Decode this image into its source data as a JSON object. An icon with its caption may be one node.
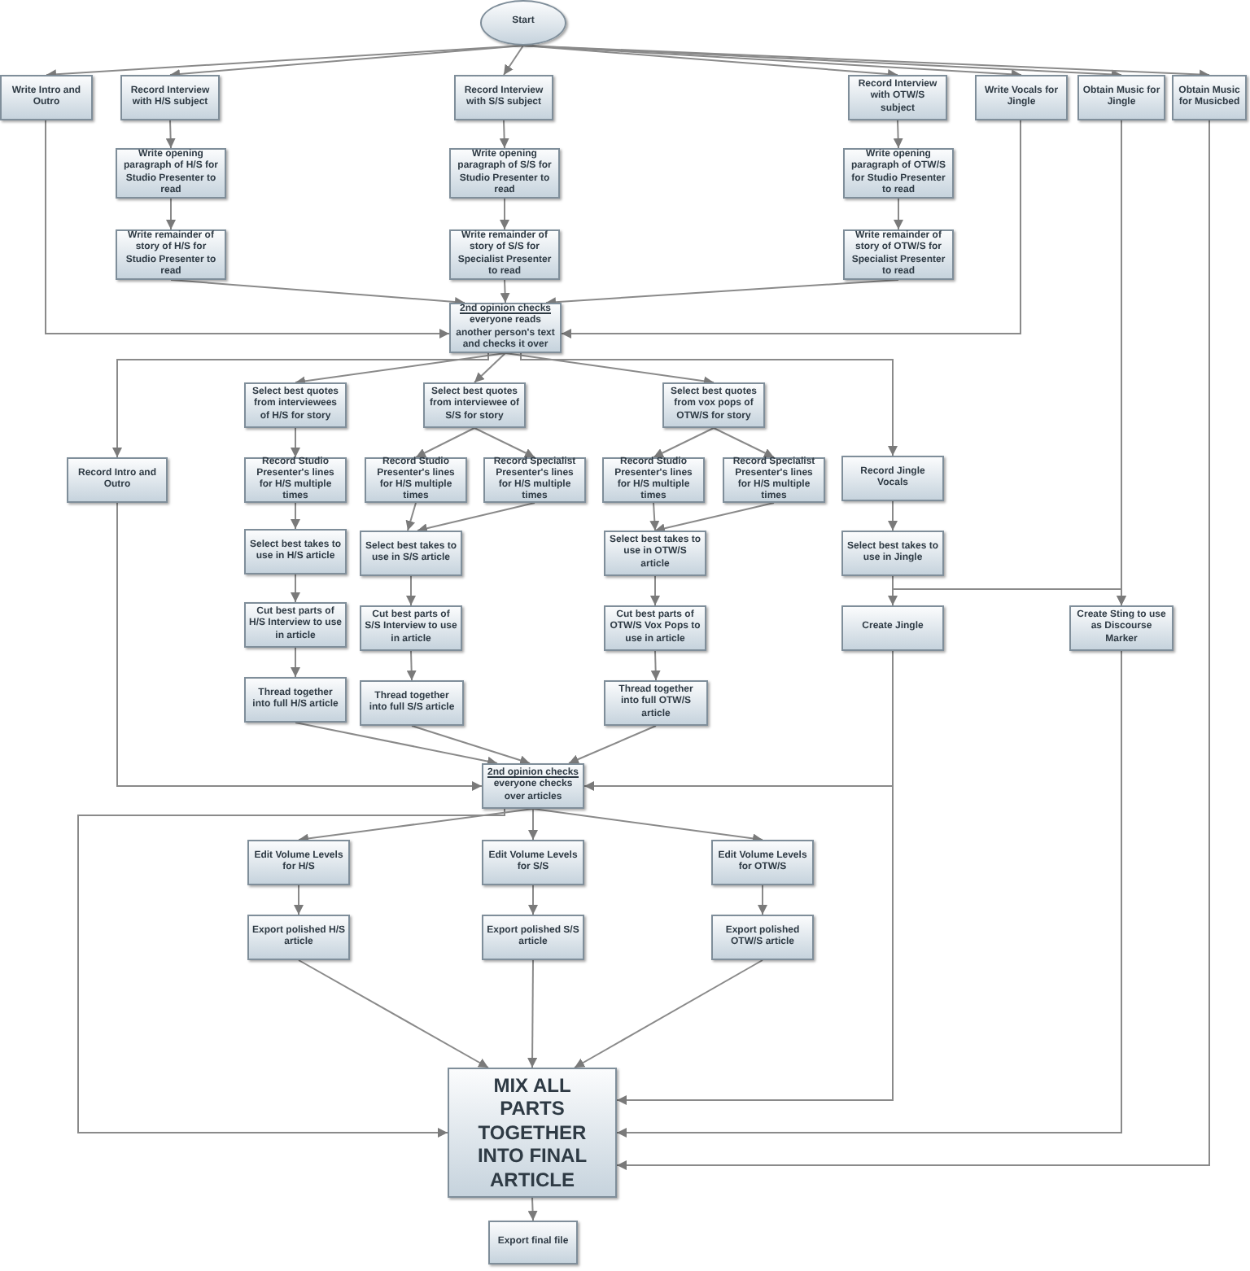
{
  "diagram": {
    "nodes": [
      {
        "text": [
          "Start"
        ]
      },
      {
        "text": [
          "Write Intro and Outro"
        ]
      },
      {
        "text": [
          "Record Interview with H/S subject"
        ]
      },
      {
        "text": [
          "Record Interview with S/S subject"
        ]
      },
      {
        "text": [
          "Record Interview with OTW/S subject"
        ]
      },
      {
        "text": [
          "Write Vocals for Jingle"
        ]
      },
      {
        "text": [
          "Obtain Music for Jingle"
        ]
      },
      {
        "text": [
          "Obtain Music for Musicbed"
        ]
      },
      {
        "text": [
          "Write opening paragraph of H/S for Studio Presenter to read"
        ]
      },
      {
        "text": [
          "Write opening paragraph of S/S for Studio Presenter to read"
        ]
      },
      {
        "text": [
          "Write opening paragraph of OTW/S for Studio Presenter to read"
        ]
      },
      {
        "text": [
          "Write remainder of story of H/S for Studio Presenter to read"
        ]
      },
      {
        "text": [
          "Write remainder of story of S/S for Specialist Presenter to read"
        ]
      },
      {
        "text": [
          "Write remainder of story of OTW/S for Specialist Presenter to read"
        ]
      },
      {
        "text": [
          "2nd opinion checks",
          "everyone reads another person's text and checks it over"
        ]
      },
      {
        "text": [
          "Select best quotes from interviewees of H/S for story"
        ]
      },
      {
        "text": [
          "Select best quotes from interviewee of S/S for story"
        ]
      },
      {
        "text": [
          "Select best quotes from vox pops of OTW/S for story"
        ]
      },
      {
        "text": [
          "Record Intro and Outro"
        ]
      },
      {
        "text": [
          "Record Studio Presenter's lines for H/S multiple times"
        ]
      },
      {
        "text": [
          "Record Studio Presenter's lines for H/S multiple times"
        ]
      },
      {
        "text": [
          "Record Specialist Presenter's lines for H/S multiple times"
        ]
      },
      {
        "text": [
          "Record Studio Presenter's lines for H/S multiple times"
        ]
      },
      {
        "text": [
          "Record Specialist Presenter's lines for H/S multiple times"
        ]
      },
      {
        "text": [
          "Record Jingle Vocals"
        ]
      },
      {
        "text": [
          "Select best takes to use in H/S article"
        ]
      },
      {
        "text": [
          "Select best takes to use in S/S article"
        ]
      },
      {
        "text": [
          "Select best takes to use in OTW/S article"
        ]
      },
      {
        "text": [
          "Select best takes to use in Jingle"
        ]
      },
      {
        "text": [
          "Cut best parts of H/S Interview to use in article"
        ]
      },
      {
        "text": [
          "Cut best parts of S/S Interview to use in article"
        ]
      },
      {
        "text": [
          "Cut best parts of OTW/S Vox Pops to use in article"
        ]
      },
      {
        "text": [
          "Create Jingle"
        ]
      },
      {
        "text": [
          "Create Sting to use as Discourse Marker"
        ]
      },
      {
        "text": [
          "Thread together into full H/S article"
        ]
      },
      {
        "text": [
          "Thread together into full S/S article"
        ]
      },
      {
        "text": [
          "Thread together into full OTW/S article"
        ]
      },
      {
        "text": [
          "2nd opinion checks",
          "everyone checks over articles"
        ]
      },
      {
        "text": [
          "Edit Volume Levels for H/S"
        ]
      },
      {
        "text": [
          "Edit Volume Levels for S/S"
        ]
      },
      {
        "text": [
          "Edit Volume Levels for OTW/S"
        ]
      },
      {
        "text": [
          "Export polished H/S article"
        ]
      },
      {
        "text": [
          "Export polished S/S article"
        ]
      },
      {
        "text": [
          "Export polished OTW/S article"
        ]
      },
      {
        "text": [
          "MIX ALL PARTS TOGETHER INTO FINAL ARTICLE"
        ]
      },
      {
        "text": [
          "Export final file"
        ]
      }
    ],
    "edges": [
      {
        "from": 0,
        "to": 1,
        "arrow": "to"
      },
      {
        "from": 0,
        "to": 2,
        "arrow": "to"
      },
      {
        "from": 0,
        "to": 3,
        "arrow": "to"
      },
      {
        "from": 0,
        "to": 4,
        "arrow": "to"
      },
      {
        "from": 0,
        "to": 5,
        "arrow": "to"
      },
      {
        "from": 0,
        "to": 6,
        "arrow": "to"
      },
      {
        "from": 0,
        "to": 7,
        "arrow": "to"
      },
      {
        "from": 2,
        "to": 8,
        "arrow": "to"
      },
      {
        "from": 8,
        "to": 11,
        "arrow": "to"
      },
      {
        "from": 3,
        "to": 9,
        "arrow": "to"
      },
      {
        "from": 9,
        "to": 12,
        "arrow": "to"
      },
      {
        "from": 4,
        "to": 10,
        "arrow": "to"
      },
      {
        "from": 10,
        "to": 13,
        "arrow": "to"
      },
      {
        "from": 1,
        "to": 14,
        "arrow": "to"
      },
      {
        "from": 11,
        "to": 14,
        "arrow": "to"
      },
      {
        "from": 12,
        "to": 14,
        "arrow": "to"
      },
      {
        "from": 13,
        "to": 14,
        "arrow": "to"
      },
      {
        "from": 5,
        "to": 14,
        "arrow": "to"
      },
      {
        "from": 14,
        "to": 15,
        "arrow": "to"
      },
      {
        "from": 14,
        "to": 16,
        "arrow": "to"
      },
      {
        "from": 14,
        "to": 17,
        "arrow": "to"
      },
      {
        "from": 14,
        "to": 18,
        "arrow": "to"
      },
      {
        "from": 14,
        "to": 24,
        "arrow": "to"
      },
      {
        "from": 15,
        "to": 19,
        "arrow": "to"
      },
      {
        "from": 16,
        "to": 20,
        "arrow": "to"
      },
      {
        "from": 16,
        "to": 21,
        "arrow": "to"
      },
      {
        "from": 17,
        "to": 22,
        "arrow": "to"
      },
      {
        "from": 17,
        "to": 23,
        "arrow": "to"
      },
      {
        "from": 19,
        "to": 25,
        "arrow": "to"
      },
      {
        "from": 20,
        "to": 26,
        "arrow": "to"
      },
      {
        "from": 21,
        "to": 26,
        "arrow": "to"
      },
      {
        "from": 22,
        "to": 27,
        "arrow": "to"
      },
      {
        "from": 23,
        "to": 27,
        "arrow": "to"
      },
      {
        "from": 24,
        "to": 28,
        "arrow": "to"
      },
      {
        "from": 25,
        "to": 29,
        "arrow": "to"
      },
      {
        "from": 26,
        "to": 30,
        "arrow": "to"
      },
      {
        "from": 27,
        "to": 31,
        "arrow": "to"
      },
      {
        "from": 28,
        "to": 32,
        "arrow": "to"
      },
      {
        "from": 28,
        "to": 33,
        "arrow": "to"
      },
      {
        "from": 6,
        "to": 33,
        "arrow": "to"
      },
      {
        "from": 29,
        "to": 34,
        "arrow": "to"
      },
      {
        "from": 30,
        "to": 35,
        "arrow": "to"
      },
      {
        "from": 31,
        "to": 36,
        "arrow": "to"
      },
      {
        "from": 34,
        "to": 37,
        "arrow": "to"
      },
      {
        "from": 35,
        "to": 37,
        "arrow": "to"
      },
      {
        "from": 36,
        "to": 37,
        "arrow": "to"
      },
      {
        "from": 18,
        "to": 37,
        "arrow": "to"
      },
      {
        "from": 32,
        "to": 37,
        "arrow": "to"
      },
      {
        "from": 37,
        "to": 38,
        "arrow": "to"
      },
      {
        "from": 37,
        "to": 39,
        "arrow": "to"
      },
      {
        "from": 37,
        "to": 40,
        "arrow": "to"
      },
      {
        "from": 38,
        "to": 41,
        "arrow": "to"
      },
      {
        "from": 39,
        "to": 42,
        "arrow": "to"
      },
      {
        "from": 40,
        "to": 43,
        "arrow": "to"
      },
      {
        "from": 37,
        "to": 44,
        "arrow": "to"
      },
      {
        "from": 41,
        "to": 44,
        "arrow": "to"
      },
      {
        "from": 42,
        "to": 44,
        "arrow": "to"
      },
      {
        "from": 43,
        "to": 44,
        "arrow": "to"
      },
      {
        "from": 32,
        "to": 44,
        "arrow": "to"
      },
      {
        "from": 33,
        "to": 44,
        "arrow": "to"
      },
      {
        "from": 7,
        "to": 44,
        "arrow": "to"
      },
      {
        "from": 44,
        "to": 45,
        "arrow": "to"
      }
    ]
  }
}
